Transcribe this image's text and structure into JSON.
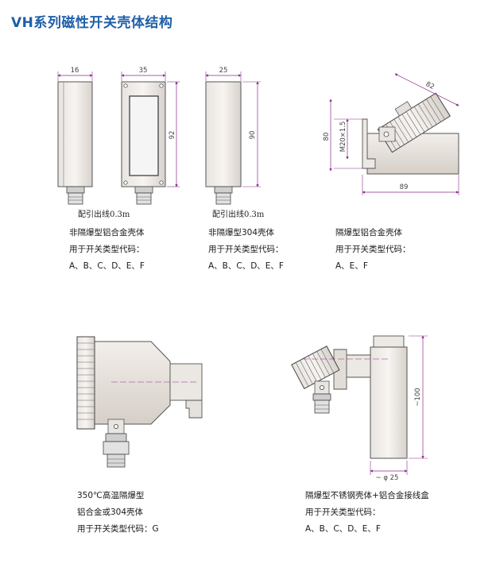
{
  "title": "VH系列磁性开关壳体结构",
  "dims": {
    "d16": "16",
    "d35": "35",
    "d92": "92",
    "d25": "25",
    "d90": "90",
    "d82": "82",
    "d80": "80",
    "m20": "M20×1.5",
    "d89": "89",
    "d100": "~100",
    "phi25": "~ φ 25"
  },
  "notes": {
    "wire1": "配引出线0.3m",
    "wire2": "配引出线0.3m"
  },
  "captions": [
    [
      "非隔爆型铝合金壳体",
      "用于开关类型代码：",
      "A、B、C、D、E、F"
    ],
    [
      "非隔爆型304壳体",
      "用于开关类型代码：",
      "A、B、C、D、E、F"
    ],
    [
      "隔爆型铝合金壳体",
      "用于开关类型代码：",
      "A、E、F"
    ],
    [
      "350℃高温隔爆型",
      "铝合金或304壳体",
      "用于开关类型代码：G"
    ],
    [
      "隔爆型不锈钢壳体+铝合金接线盒",
      "用于开关类型代码：",
      "A、B、C、D、E、F"
    ]
  ]
}
